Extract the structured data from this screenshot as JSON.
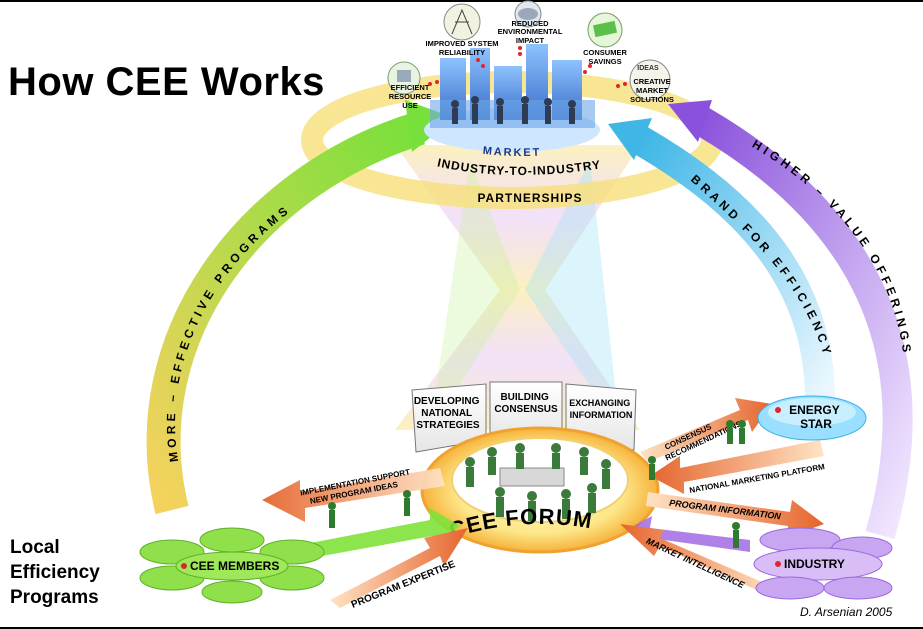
{
  "title": "How CEE Works",
  "credit": "D. Arsenian 2005",
  "local_label": [
    "Local",
    "Efficiency",
    "Programs"
  ],
  "market": {
    "label": "MARKET",
    "benefits": [
      [
        "EFFICIENT",
        "RESOURCE",
        "USE"
      ],
      [
        "IMPROVED SYSTEM",
        "RELIABILITY"
      ],
      [
        "REDUCED",
        "ENVIRONMENTAL",
        "IMPACT"
      ],
      [
        "CONSUMER",
        "SAVINGS"
      ],
      [
        "CREATIVE",
        "MARKET",
        "SOLUTIONS"
      ]
    ],
    "ideas_tag": "IDEAS"
  },
  "partnerships": [
    "INDUSTRY-TO-INDUSTRY",
    "PARTNERSHIPS"
  ],
  "arcs": {
    "left": "MORE – EFFECTIVE PROGRAMS",
    "brand": "BRAND FOR EFFICIENCY",
    "right": "HIGHER – VALUE OFFERINGS"
  },
  "panels": [
    [
      "DEVELOPING",
      "NATIONAL",
      "STRATEGIES"
    ],
    [
      "BUILDING",
      "CONSENSUS"
    ],
    [
      "EXCHANGING",
      "INFORMATION"
    ]
  ],
  "forum": "CEE FORUM",
  "nodes": {
    "members": "CEE MEMBERS",
    "energy_star": [
      "ENERGY",
      "STAR"
    ],
    "industry": "INDUSTRY"
  },
  "flows": {
    "impl": [
      "IMPLEMENTATION SUPPORT",
      "NEW PROGRAM IDEAS"
    ],
    "expertise": "PROGRAM EXPERTISE",
    "consensus": [
      "CONSENSUS",
      "RECOMMENDATIONS"
    ],
    "marketing": "NATIONAL MARKETING PLATFORM",
    "info": "PROGRAM INFORMATION",
    "intelligence": "MARKET INTELLIGENCE"
  },
  "colors": {
    "green": "#7fe23a",
    "yellow": "#f7e67a",
    "cyan": "#4fc8ea",
    "purple": "#9a5fe0",
    "orange": "#e8733a",
    "dot": "#e0262a"
  }
}
